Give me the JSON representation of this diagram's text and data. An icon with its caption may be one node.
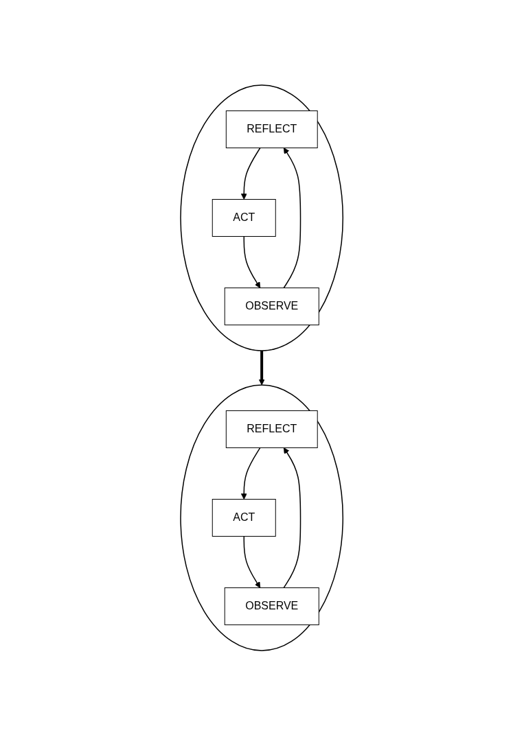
{
  "diagram": {
    "nodes": [
      {
        "text": [],
        "shape": "circle"
      },
      {
        "text": [
          "REFLECT"
        ],
        "in": 0
      },
      {
        "text": [
          "ACT"
        ],
        "in": 0
      },
      {
        "text": [
          "OBSERVE"
        ],
        "in": 0
      },
      {
        "text": [],
        "shape": "circle"
      },
      {
        "text": [
          "REFLECT"
        ],
        "in": 4
      },
      {
        "text": [
          "ACT"
        ],
        "in": 4
      },
      {
        "text": [
          "OBSERVE"
        ],
        "in": 4
      }
    ],
    "edges": [
      {
        "from": 3,
        "to": 1,
        "arrow": "to"
      },
      {
        "from": 1,
        "to": 2,
        "arrow": "to"
      },
      {
        "from": 2,
        "to": 3,
        "arrow": "to"
      },
      {
        "from": 7,
        "to": 5,
        "arrow": "to"
      },
      {
        "from": 5,
        "to": 6,
        "arrow": "to"
      },
      {
        "from": 6,
        "to": 7,
        "arrow": "to"
      },
      {
        "from": 0,
        "to": 4,
        "arrow": "to",
        "style": "thick"
      }
    ]
  }
}
